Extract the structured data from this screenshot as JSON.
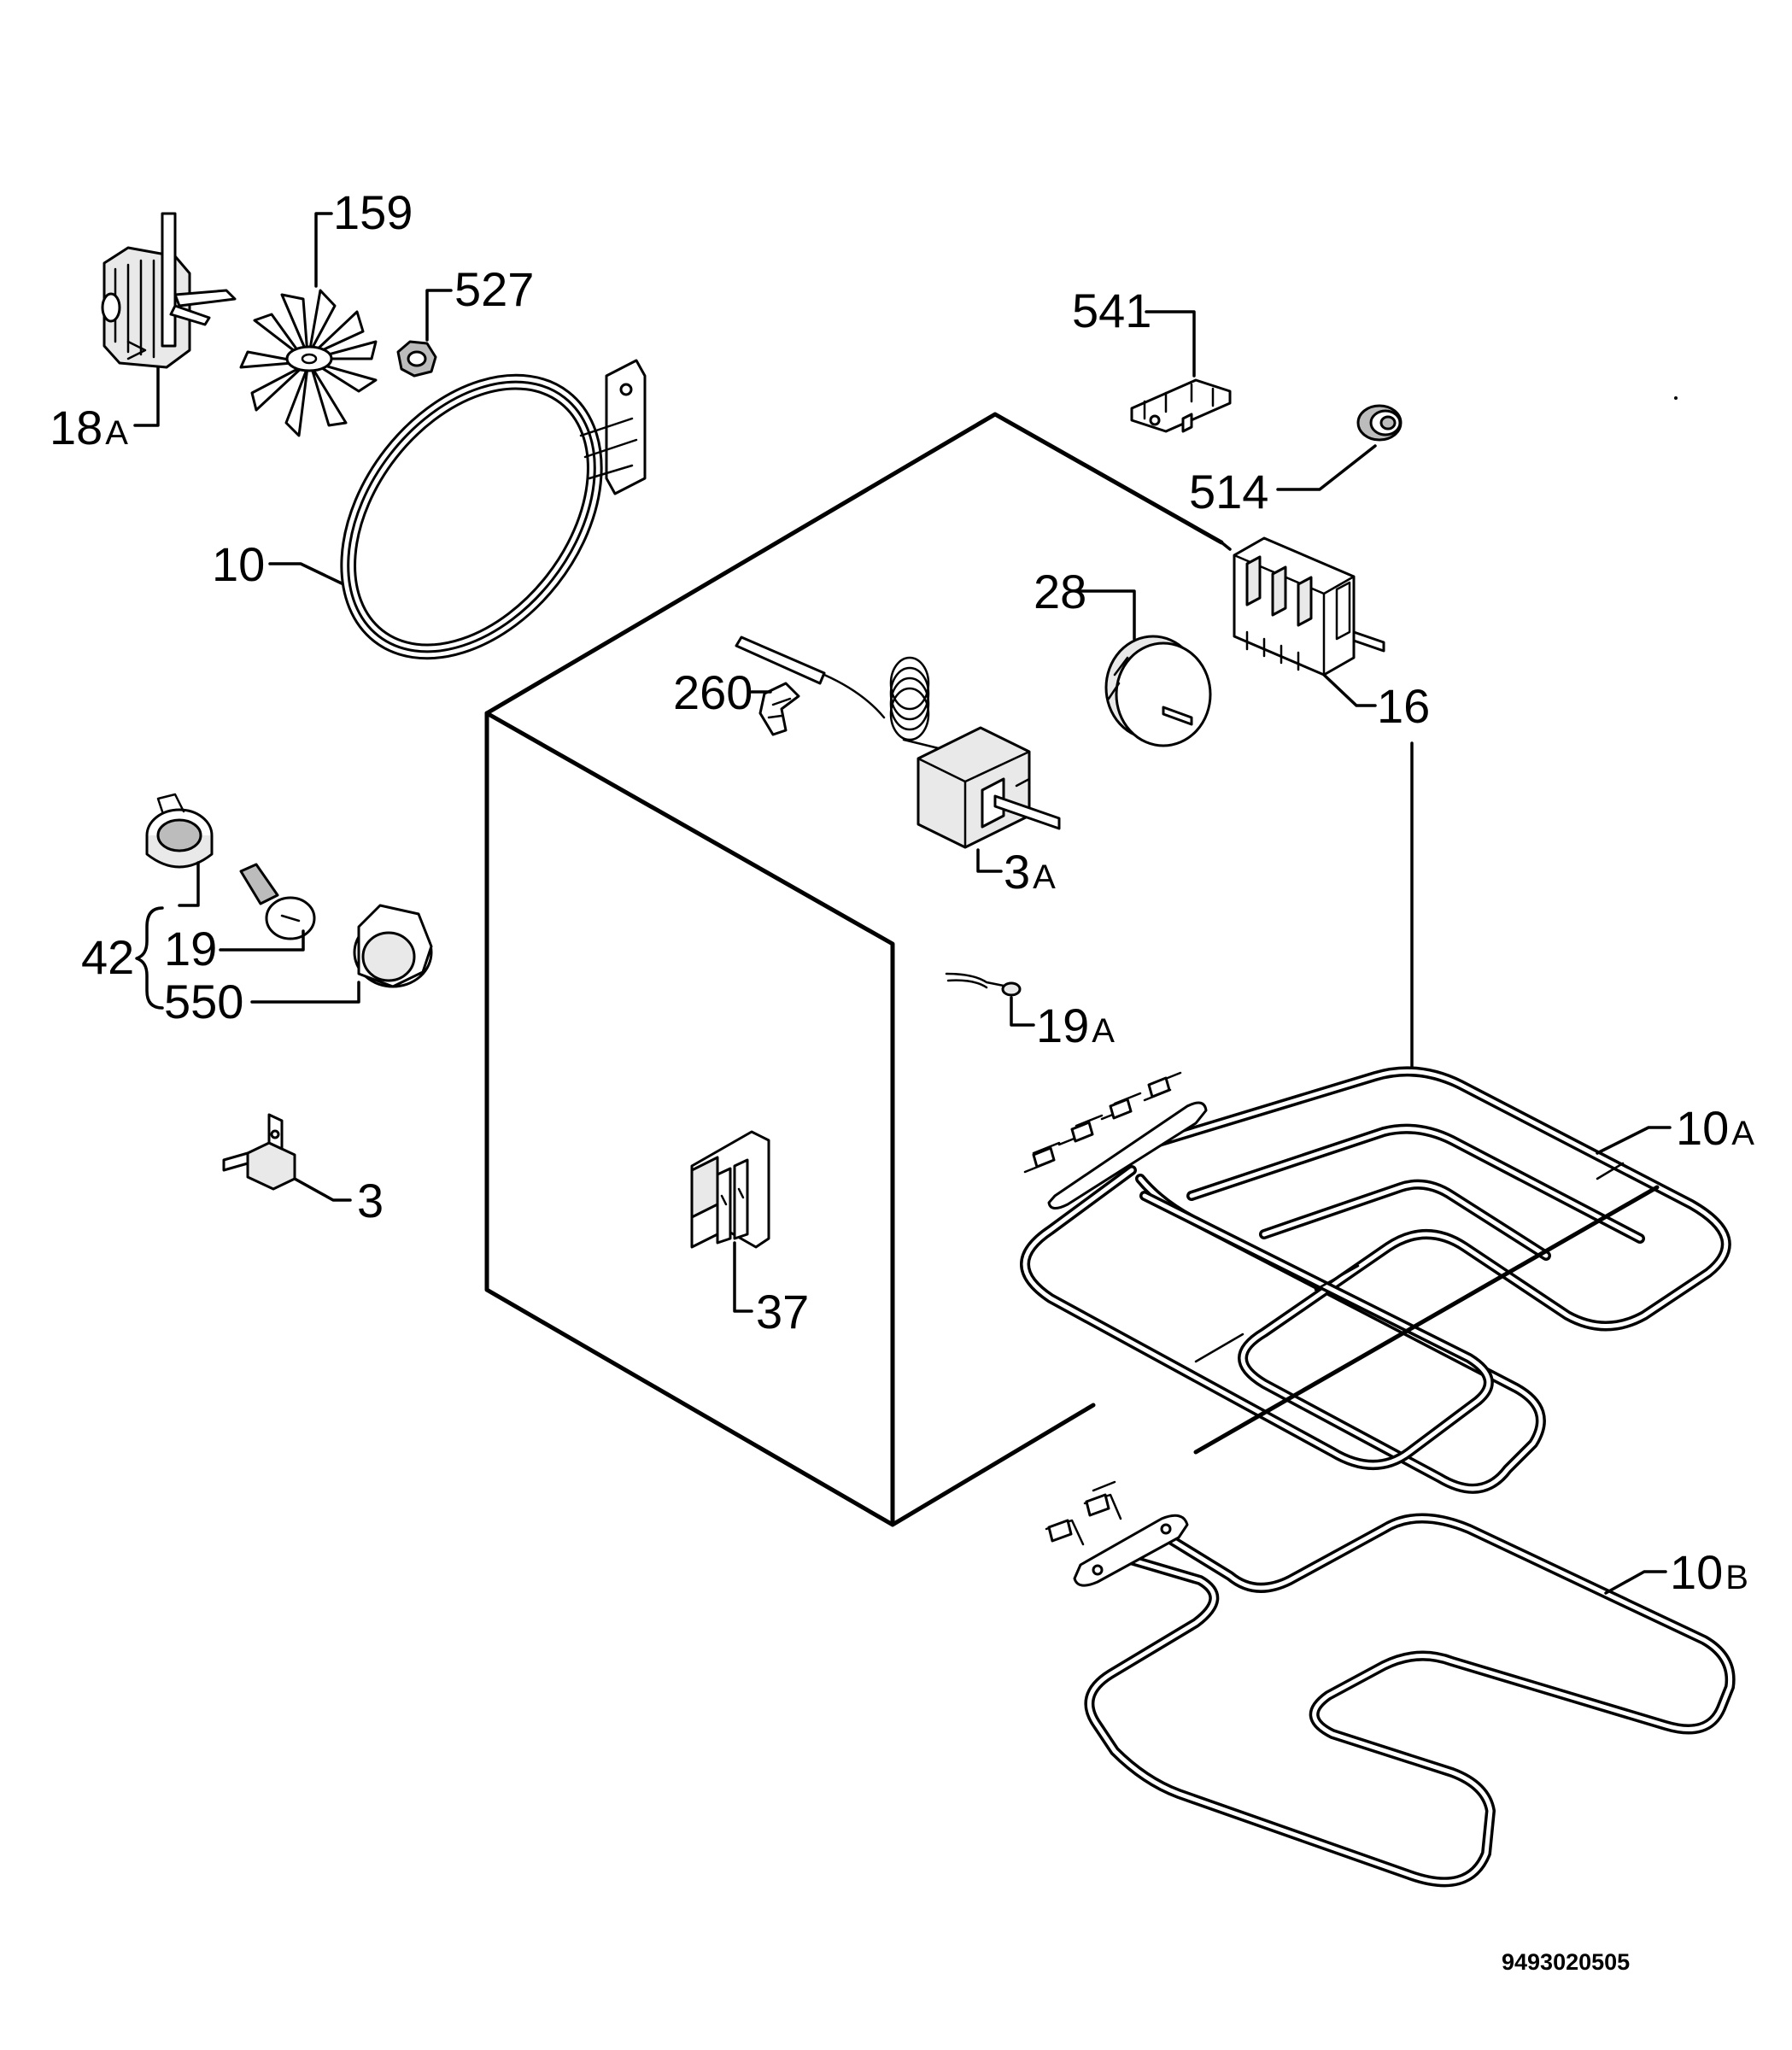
{
  "document_number": "9493020505",
  "callouts": {
    "c18A": {
      "num": "18",
      "suffix": "A"
    },
    "c159": {
      "num": "159"
    },
    "c527": {
      "num": "527"
    },
    "c10": {
      "num": "10"
    },
    "c541": {
      "num": "541"
    },
    "c514": {
      "num": "514"
    },
    "c28": {
      "num": "28"
    },
    "c16": {
      "num": "16"
    },
    "c260": {
      "num": "260"
    },
    "c3A": {
      "num": "3",
      "suffix": "A"
    },
    "c42": {
      "num": "42"
    },
    "c19": {
      "num": "19"
    },
    "c550": {
      "num": "550"
    },
    "c19A": {
      "num": "19",
      "suffix": "A"
    },
    "c3": {
      "num": "3"
    },
    "c37": {
      "num": "37"
    },
    "c10A": {
      "num": "10",
      "suffix": "A"
    },
    "c10B": {
      "num": "10",
      "suffix": "B"
    }
  }
}
